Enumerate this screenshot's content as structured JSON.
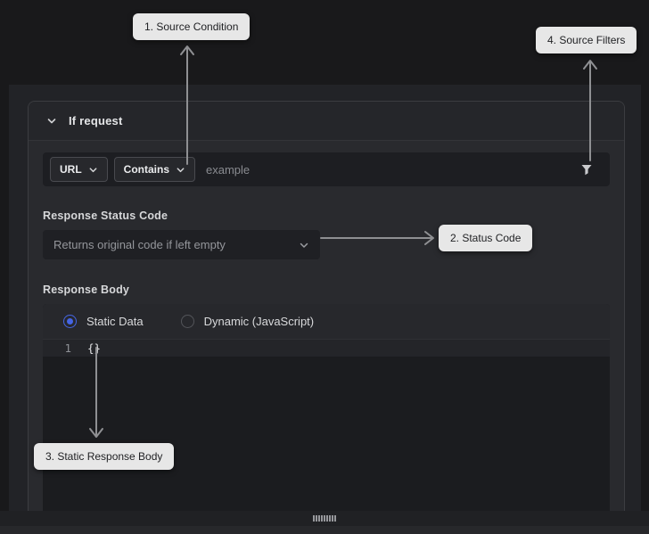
{
  "annotations": {
    "source_condition": "1. Source Condition",
    "status_code": "2. Status Code",
    "static_response_body": "3. Static Response Body",
    "source_filters": "4. Source Filters"
  },
  "card": {
    "header_title": "If request",
    "source_row": {
      "key_selector": "URL",
      "operator_selector": "Contains",
      "value_placeholder": "example"
    },
    "status_section": {
      "label": "Response Status Code",
      "placeholder": "Returns original code if left empty"
    },
    "body_section": {
      "label": "Response Body",
      "modes": [
        {
          "label": "Static Data",
          "selected": true
        },
        {
          "label": "Dynamic (JavaScript)",
          "selected": false
        }
      ],
      "editor": {
        "line_number": "1",
        "code": "{}"
      }
    }
  },
  "icons": {
    "chevron_down": "chevron-down-icon",
    "filter": "filter-funnel-icon",
    "drag_handle": "drag-handle-icon"
  },
  "colors": {
    "accent_blue": "#4565e4",
    "label_bg": "#e7e7e7",
    "arrow_gray": "#8f9093",
    "panel_bg": "#222327",
    "card_bg": "#292a2e",
    "editor_bg": "#1b1c1f"
  }
}
